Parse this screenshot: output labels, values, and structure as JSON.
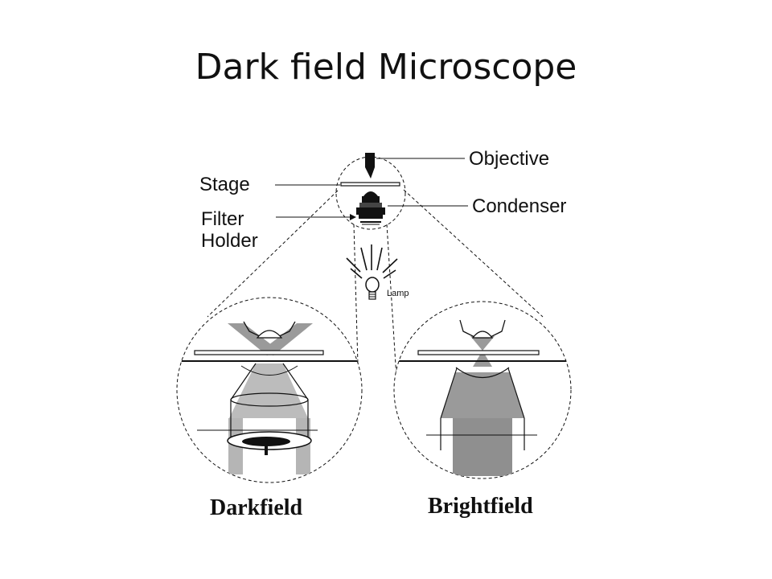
{
  "slide": {
    "title": "Dark field Microscope"
  },
  "diagram": {
    "labels": {
      "objective": "Objective",
      "stage": "Stage",
      "condenser": "Condenser",
      "filter_line1": "Filter",
      "filter_line2": "Holder",
      "lamp": "Lamp"
    },
    "panels": {
      "darkfield": "Darkfield",
      "brightfield": "Brightfield"
    },
    "colors": {
      "ink": "#111111",
      "gray_light": "#b5b5b5",
      "gray_mid": "#8f8f8f"
    }
  }
}
